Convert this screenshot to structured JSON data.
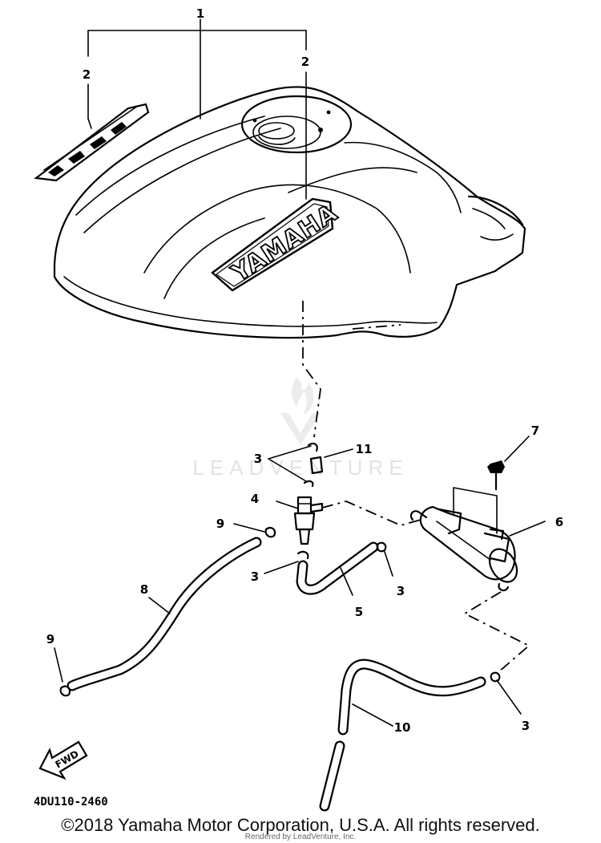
{
  "callouts": [
    "1",
    "2",
    "2",
    "3",
    "11",
    "4",
    "9",
    "7",
    "6",
    "3",
    "3",
    "8",
    "5",
    "9",
    "3",
    "10"
  ],
  "badge": {
    "text": "YAMAHA"
  },
  "part_code": "4DU110-2460",
  "fwd_label": "FWD",
  "watermark": "LEADVENTURE",
  "render_credit": "Rendered by LeadVenture, Inc.",
  "copyright": "©2018 Yamaha Motor Corporation, U.S.A. All rights reserved."
}
